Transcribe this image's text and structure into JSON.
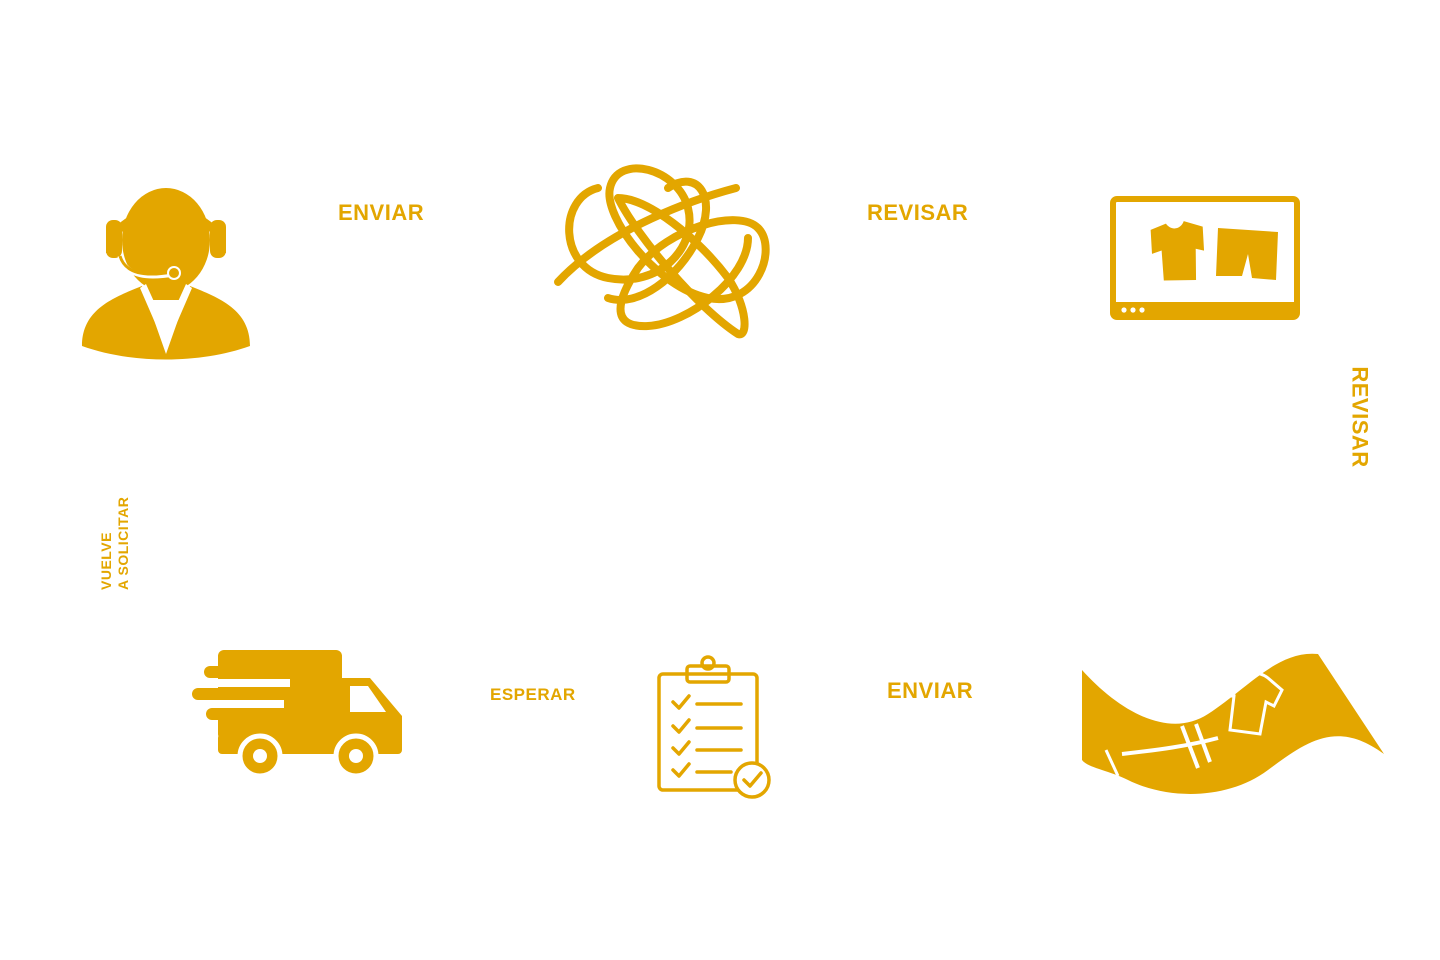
{
  "colors": {
    "accent": "#E3A600",
    "background": "#FFFFFF"
  },
  "steps": [
    {
      "icon": "customer-support-headset-icon"
    },
    {
      "icon": "tangled-scribble-icon"
    },
    {
      "icon": "online-clothing-screen-icon"
    },
    {
      "icon": "hand-holding-shirt-banner-icon"
    },
    {
      "icon": "checklist-clipboard-icon"
    },
    {
      "icon": "delivery-truck-icon"
    }
  ],
  "labels": {
    "enviar_top": "ENVIAR",
    "revisar_top": "REVISAR",
    "revisar_right": "REVISAR",
    "enviar_bottom": "ENVIAR",
    "esperar": "ESPERAR",
    "vuelve_line1": "VUELVE",
    "vuelve_line2": "A SOLICITAR"
  }
}
